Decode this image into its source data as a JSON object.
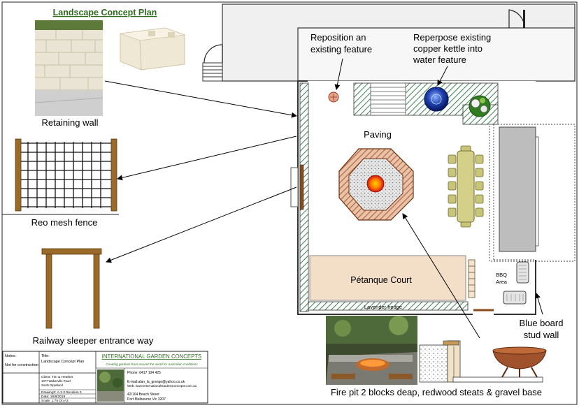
{
  "title": "Landscape Concept Plan",
  "labels": {
    "retaining_wall": "Retaining wall",
    "reo_mesh_fence": "Reo mesh fence",
    "sleeper_entrance": "Railway sleeper entrance way",
    "reposition_1": "Reposition an",
    "reposition_2": "existing feature",
    "repurpose_1": "Reperpose existing",
    "repurpose_2": "copper kettle into",
    "repurpose_3": "water feature",
    "paving": "Paving",
    "petanque": "Pétanque Court",
    "bbq_1": "BBQ",
    "bbq_2": "Area",
    "lavender": "Lavender hedge",
    "blue_board_1": "Blue board",
    "blue_board_2": "stud wall",
    "fire_pit": "Fire pit 2 blocks deap, redwood steats & gravel base"
  },
  "title_block": {
    "notes_label": "Notes:",
    "notes_value": "Not for construction",
    "title_label": "Title:",
    "title_value": "Landscape Concept Plan",
    "client": "Client: Tim & Heather",
    "address_1": "1877 Walkerville Road",
    "address_2": "South Gippsland",
    "drawing": "Drawing#: A.2.3  Revision 3",
    "date": "Date: 16/8/2019",
    "scale": "Scale: 1:75 On A3",
    "company": "INTERNATIONAL GARDEN CONCEPTS",
    "tagline": "Creating gardens  from around the world for Australian conditions",
    "phone": "Phone: 0417 104 425",
    "email": "E-mail:alan_la_grange@yahoo.co.uk",
    "web": "Web: www.InternationalGardenConcepts.com.au",
    "street": "42/104 Beach Street",
    "city": "Port Melbourne Vic 3207"
  },
  "colors": {
    "hatch_green": "#3f7f4f",
    "brick": "#b5663f",
    "deck": "#f3dfc8",
    "slab": "#bdbdbd",
    "table": "#d4d08a",
    "water": "#1d3fae",
    "title_green": "#2e6b1e"
  }
}
